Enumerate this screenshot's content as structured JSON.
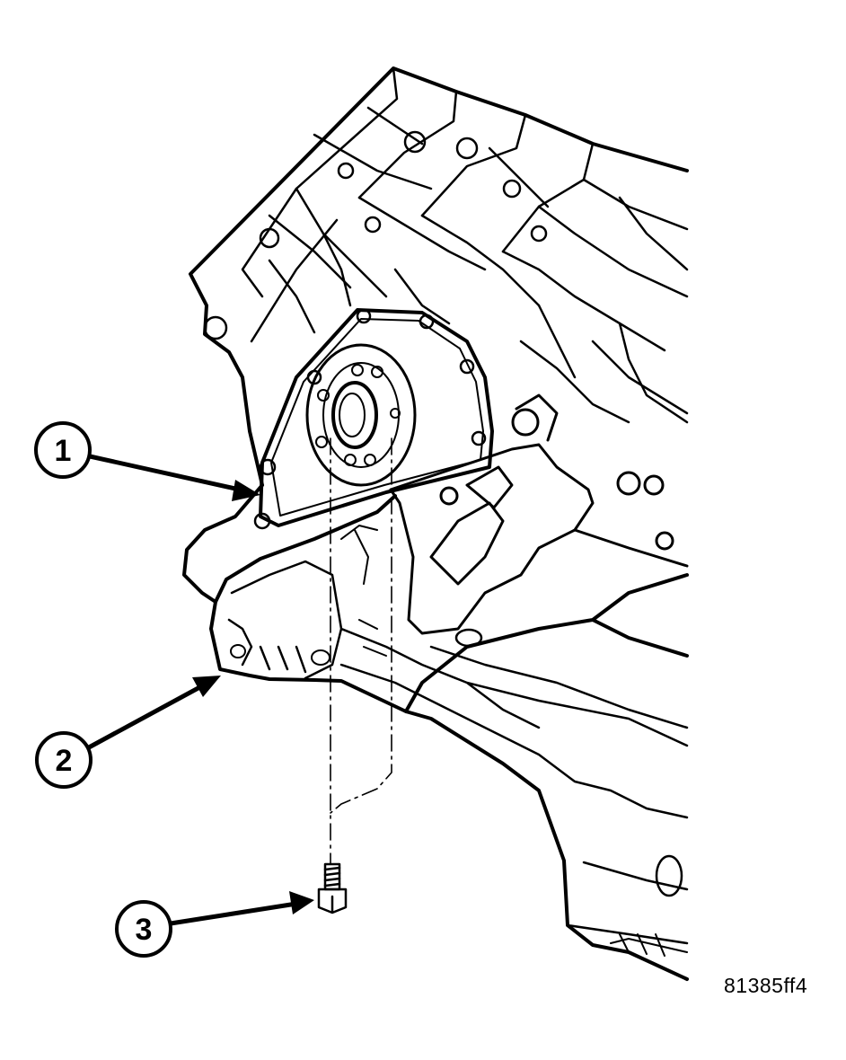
{
  "figure": {
    "id_label": "81385ff4"
  },
  "callouts": [
    {
      "number": "1"
    },
    {
      "number": "2"
    },
    {
      "number": "3"
    }
  ],
  "colors": {
    "ink": "#000000",
    "paper": "#ffffff"
  }
}
